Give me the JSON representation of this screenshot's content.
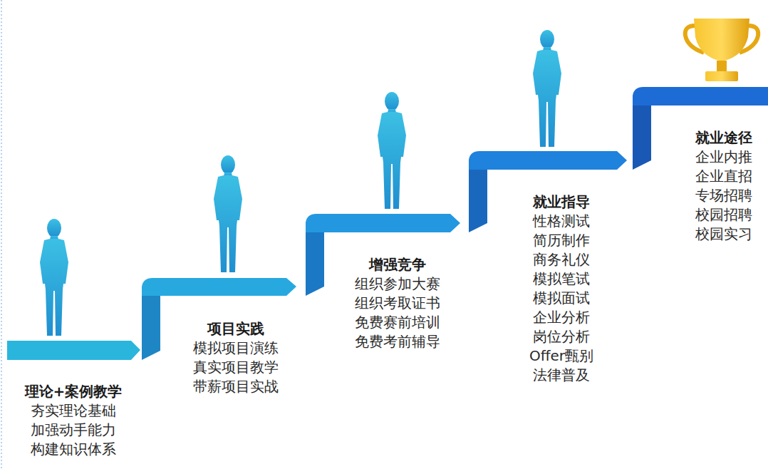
{
  "diagram": {
    "nodes": [
      {
        "text": [
          "理论+案例教学",
          "夯实理论基础 加强动手能力 构建知识体系"
        ]
      },
      {
        "text": [
          "项目实践",
          "模拟项目演练 真实项目教学 带薪项目实战"
        ]
      },
      {
        "text": [
          "增强竞争",
          "组织参加大赛 组织考取证书 免费赛前培训 免费考前辅导"
        ]
      },
      {
        "text": [
          "就业指导",
          "性格测试 简历制作 商务礼仪 模拟笔试 模拟面试 企业分析 岗位分析 Offer甄别 法律普及"
        ]
      },
      {
        "text": [
          "就业途径",
          "企业内推 企业直招 专场招聘 校园招聘 校园实习"
        ]
      }
    ]
  }
}
